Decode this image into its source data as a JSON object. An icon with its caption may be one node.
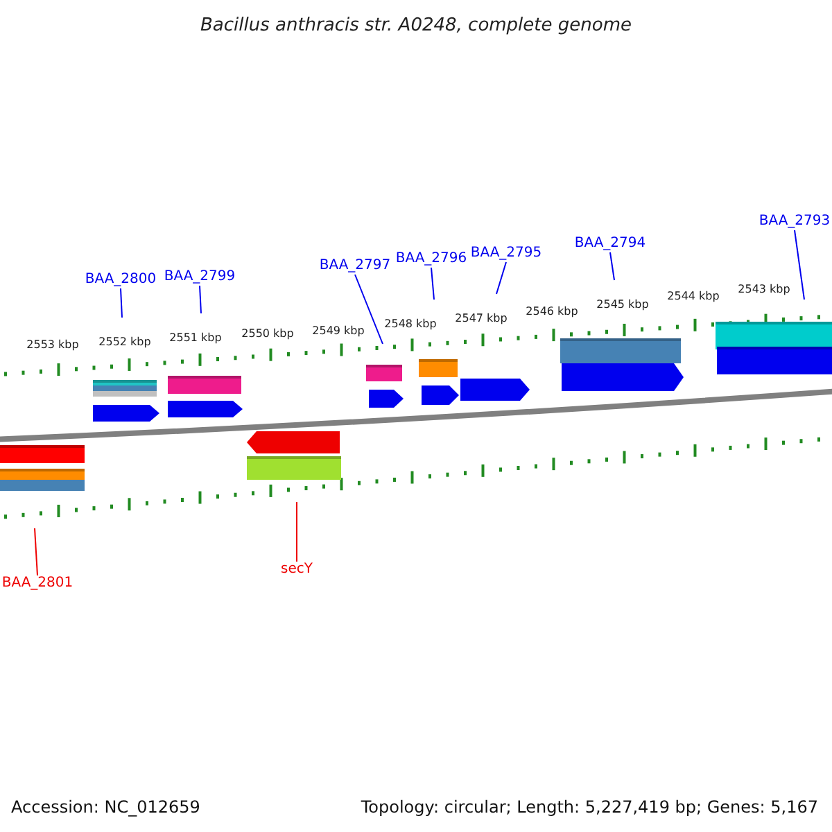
{
  "diagram": {
    "title": "Bacillus anthracis str. A0248, complete genome",
    "nodes": [
      {
        "text": [
          "BAA_2800"
        ]
      },
      {
        "text": [
          "BAA_2799"
        ]
      },
      {
        "text": [
          "BAA_2797"
        ]
      },
      {
        "text": [
          "BAA_2796"
        ]
      },
      {
        "text": [
          "BAA_2795"
        ]
      },
      {
        "text": [
          "BAA_2794"
        ]
      },
      {
        "text": [
          "BAA_2793"
        ]
      },
      {
        "text": [
          "BAA_2801"
        ]
      },
      {
        "text": [
          "secY"
        ]
      }
    ],
    "edges": [
      {
        "from": 0,
        "to": null,
        "arrow": "none"
      },
      {
        "from": 1,
        "to": null,
        "arrow": "none"
      },
      {
        "from": 2,
        "to": null,
        "arrow": "none"
      },
      {
        "from": 3,
        "to": null,
        "arrow": "none"
      },
      {
        "from": 4,
        "to": null,
        "arrow": "none"
      },
      {
        "from": 5,
        "to": null,
        "arrow": "none"
      },
      {
        "from": 6,
        "to": null,
        "arrow": "none"
      },
      {
        "from": 7,
        "to": null,
        "arrow": "none",
        "color": "#ee0000"
      },
      {
        "from": 8,
        "to": null,
        "arrow": "none",
        "color": "#ee0000"
      }
    ],
    "labels": [
      "2553 kbp",
      "2552 kbp",
      "2551 kbp",
      "2550 kbp",
      "2549 kbp",
      "2548 kbp",
      "2547 kbp",
      "2546 kbp",
      "2545 kbp",
      "2544 kbp",
      "2543 kbp",
      "Accession: NC_012659",
      "Topology: circular; Length: 5,227,419 bp; Genes: 5,167"
    ]
  }
}
